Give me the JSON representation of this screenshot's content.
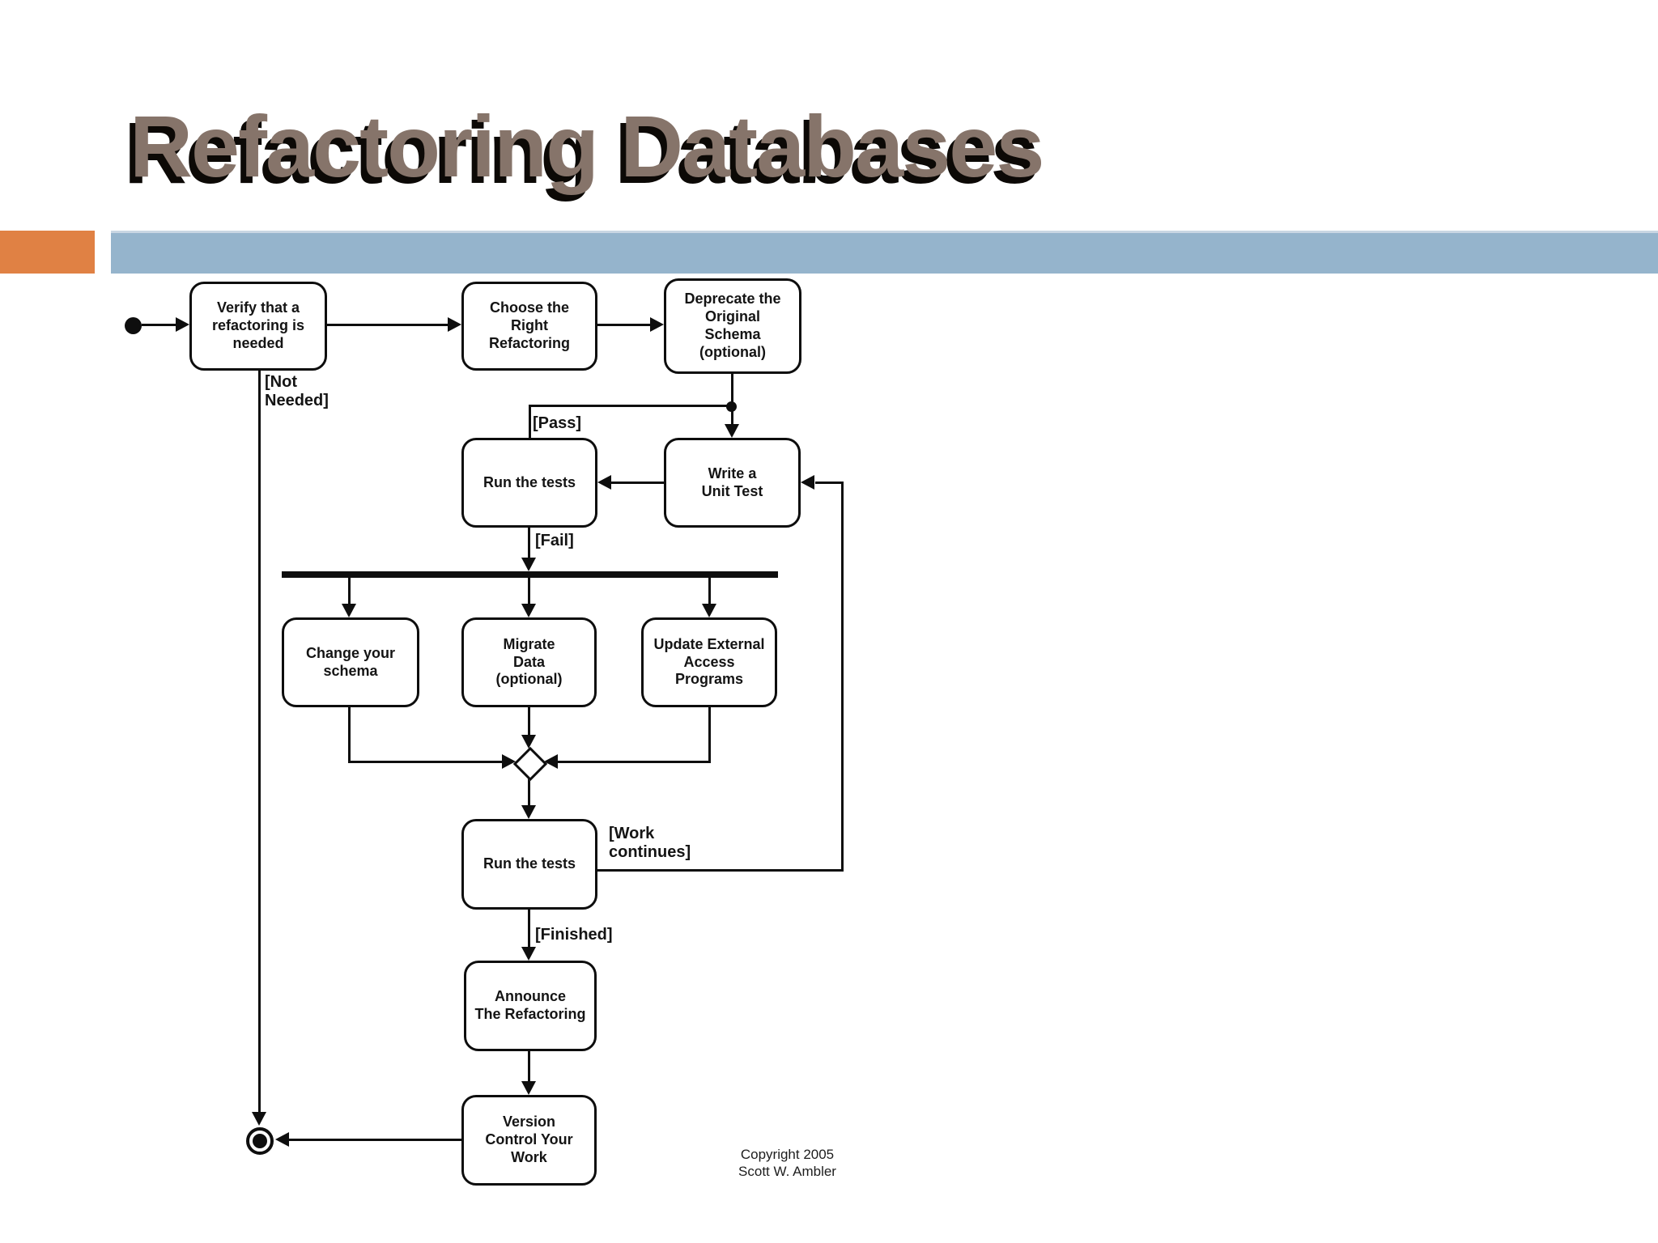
{
  "slide": {
    "title": "Refactoring Databases",
    "colors": {
      "title_text": "#86746a",
      "title_shadow": "#0c0906",
      "accent_orange": "#e08144",
      "accent_blue": "#95b4cc",
      "diagram_line": "#0e0e0e",
      "node_fill": "#ffffff"
    }
  },
  "diagram": {
    "type": "uml-activity-diagram",
    "nodes": {
      "start": {
        "kind": "initial-state"
      },
      "verify": {
        "label": "Verify that a\nrefactoring is\nneeded"
      },
      "choose": {
        "label": "Choose the\nRight\nRefactoring"
      },
      "deprecate": {
        "label": "Deprecate the\nOriginal\nSchema\n(optional)"
      },
      "run_tests_1": {
        "label": "Run the tests"
      },
      "write_unit_test": {
        "label": "Write a\nUnit Test"
      },
      "change_schema": {
        "label": "Change your\nschema"
      },
      "migrate_data": {
        "label": "Migrate\nData\n(optional)"
      },
      "update_external": {
        "label": "Update External\nAccess\nPrograms"
      },
      "run_tests_2": {
        "label": "Run the tests"
      },
      "announce": {
        "label": "Announce\nThe Refactoring"
      },
      "version_control": {
        "label": "Version\nControl Your\nWork"
      },
      "end": {
        "kind": "final-state"
      }
    },
    "edge_labels": {
      "not_needed": "[Not\nNeeded]",
      "pass": "[Pass]",
      "fail": "[Fail]",
      "work_continues": "[Work\ncontinues]",
      "finished": "[Finished]"
    },
    "credit": "Copyright 2005\nScott W. Ambler"
  }
}
